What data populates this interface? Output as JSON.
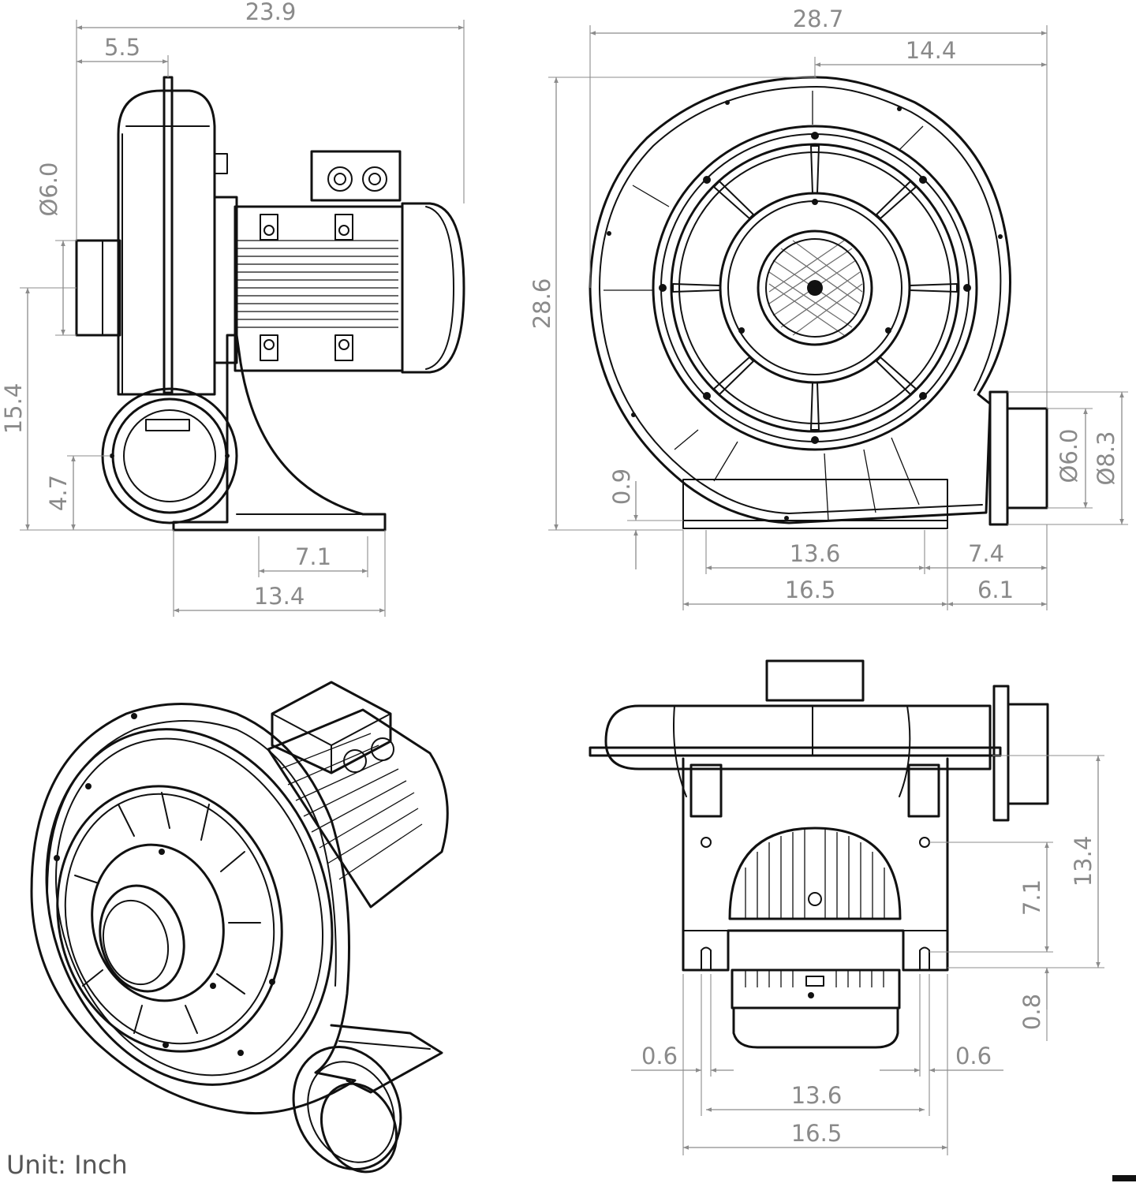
{
  "unit_label": "Unit: Inch",
  "side_view": {
    "overall_length": "23.9",
    "flange_offset": "5.5",
    "outlet_diameter": "Ø6.0",
    "outlet_center_height": "15.4",
    "inlet_center_height": "4.7",
    "base_hole_spacing": "7.1",
    "base_length": "13.4"
  },
  "front_view": {
    "overall_width": "28.7",
    "center_to_outlet": "14.4",
    "overall_height": "28.6",
    "base_clearance": "0.9",
    "inlet_diameter": "Ø6.0",
    "flange_diameter": "Ø8.3",
    "base_hole_spacing": "13.6",
    "base_width": "16.5",
    "outlet_projection": "7.4",
    "outlet_offset": "6.1"
  },
  "bottom_view": {
    "mount_depth": "13.4",
    "hole_spacing": "7.1",
    "slot_offset": "0.8",
    "slot_width_left": "0.6",
    "slot_width_right": "0.6",
    "slot_spacing": "13.6",
    "base_width": "16.5"
  }
}
